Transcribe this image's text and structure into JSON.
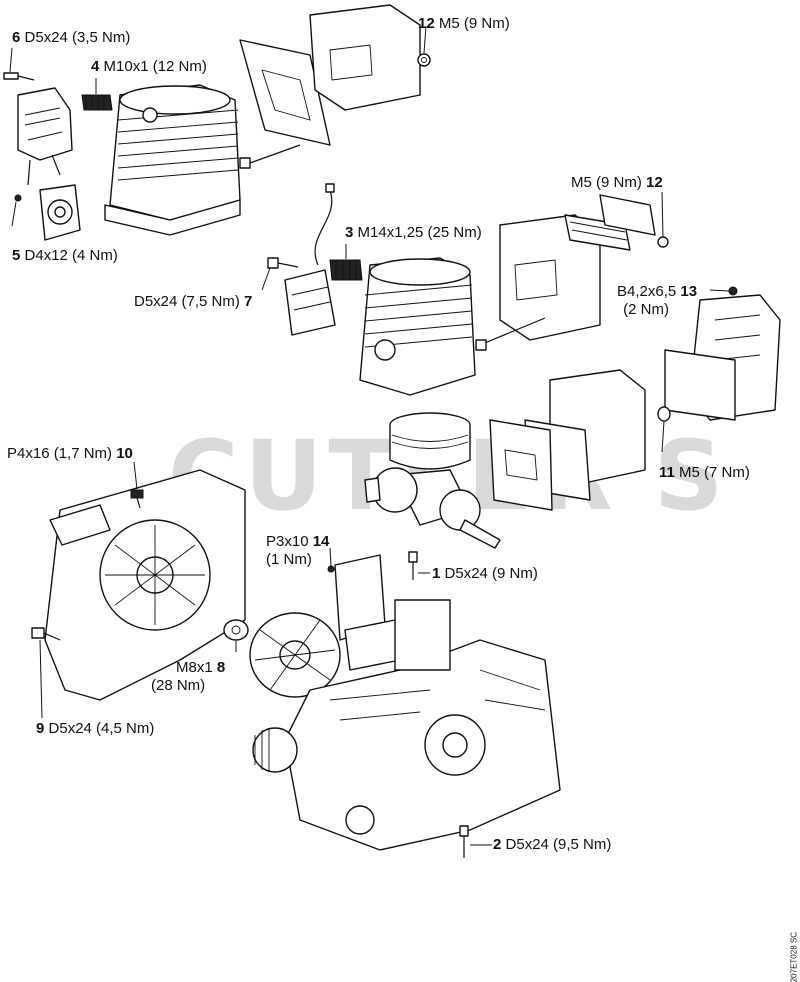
{
  "watermark": "CUTLER'S",
  "drawing_code": "207ET028 SC",
  "callouts": [
    {
      "number": "6",
      "spec": "D5x24 (3,5 Nm)"
    },
    {
      "number": "4",
      "spec": "M10x1 (12 Nm)"
    },
    {
      "number": "12",
      "spec": "M5 (9 Nm)"
    },
    {
      "number": "5",
      "spec": "D4x12 (4 Nm)"
    },
    {
      "number": "12",
      "spec": "M5 (9 Nm)"
    },
    {
      "number": "3",
      "spec": "M14x1,25 (25 Nm)"
    },
    {
      "number": "7",
      "spec": "D5x24 (7,5 Nm)"
    },
    {
      "number": "13",
      "spec": "B4,2x6,5",
      "spec2": "(2 Nm)"
    },
    {
      "number": "11",
      "spec": "M5 (7 Nm)"
    },
    {
      "number": "10",
      "spec": "P4x16 (1,7 Nm)"
    },
    {
      "number": "14",
      "spec": "P3x10",
      "spec2": "(1 Nm)"
    },
    {
      "number": "1",
      "spec": "D5x24 (9 Nm)"
    },
    {
      "number": "8",
      "spec": "M8x1",
      "spec2": "(28 Nm)"
    },
    {
      "number": "9",
      "spec": "D5x24 (4,5 Nm)"
    },
    {
      "number": "2",
      "spec": "D5x24 (9,5 Nm)"
    }
  ]
}
